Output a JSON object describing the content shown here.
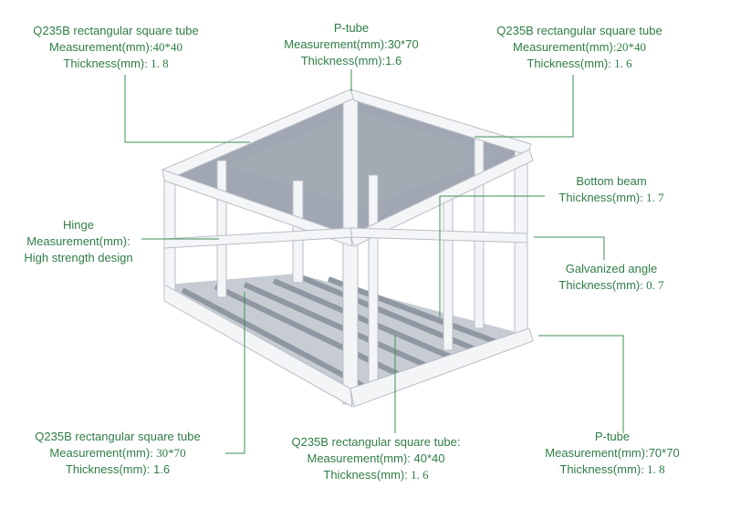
{
  "colors": {
    "label_text": "#2f7d46",
    "leader_line": "#3f8f55",
    "frame": "#f4f5f7",
    "frame_edge": "#b9bec6",
    "roof_panel": "#8d96a2",
    "floor_joist": "#9aa3ae"
  },
  "annotations": {
    "top_left": {
      "title": "Q235B rectangular square tube",
      "measurement_label": "Measurement(mm)",
      "measurement_value": ":40*40",
      "thickness_label": "Thickness(mm)",
      "thickness_value": ": 1. 8"
    },
    "top_center": {
      "title": "P-tube",
      "measurement": "Measurement(mm):30*70",
      "thickness": "Thickness(mm):1.6"
    },
    "top_right": {
      "title": "Q235B rectangular square tube",
      "measurement_label": "Measurement(mm)",
      "measurement_value": ":20*40",
      "thickness_label": "Thickness(mm)",
      "thickness_value": ": 1. 6"
    },
    "hinge": {
      "title": "Hinge",
      "measurement": "Measurement(mm):",
      "description": "High strength design"
    },
    "bottom_beam": {
      "title": "Bottom beam",
      "thickness_label": "Thickness(mm)",
      "thickness_value": ": 1. 7"
    },
    "galvanized_angle": {
      "title": "Galvanized angle",
      "thickness_label": "Thickness(mm)",
      "thickness_value": ": 0. 7"
    },
    "bottom_left": {
      "title": "Q235B rectangular square tube",
      "measurement_label": "Measurement(mm)",
      "measurement_value": ": 30*70",
      "thickness": "Thickness(mm): 1.6"
    },
    "bottom_center": {
      "title": "Q235B rectangular square tube:",
      "measurement_label": "Measurement(mm):",
      "measurement_value": " 40*40",
      "thickness_label": "Thickness(mm):",
      "thickness_value": " 1. 6"
    },
    "bottom_right": {
      "title": "P-tube",
      "measurement": "Measurement(mm):70*70",
      "thickness_label": "Thickness(mm)",
      "thickness_value": ": 1. 8"
    }
  }
}
